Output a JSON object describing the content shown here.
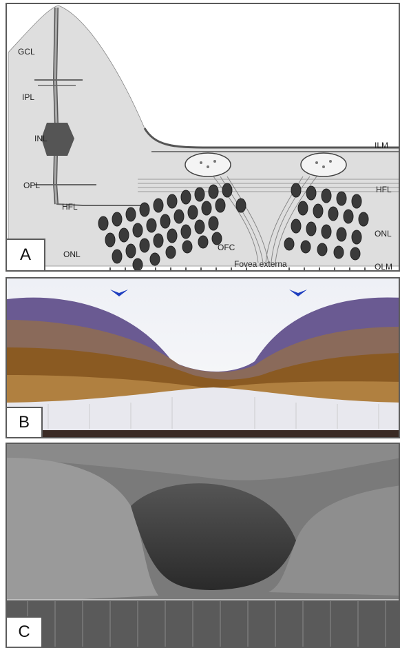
{
  "panels": [
    {
      "letter": "A",
      "labels": {
        "gcl": "GCL",
        "ipl": "IPL",
        "inl": "INL",
        "opl": "OPL",
        "hfl_left": "HFL",
        "onl_left": "ONL",
        "ofc": "OFC",
        "fovea_externa": "Fovea externa",
        "ilm": "ILM",
        "hfl_right": "HFL",
        "onl_right": "ONL",
        "olm": "OLM"
      }
    },
    {
      "letter": "B"
    },
    {
      "letter": "C"
    }
  ],
  "colors": {
    "diagram_fill": "#dedede",
    "nucleus": "#3a3a3a",
    "marker_arrow": "#1f3fbf",
    "stain_brown": "#8a5a22",
    "stain_purple": "#5a4a8a"
  }
}
